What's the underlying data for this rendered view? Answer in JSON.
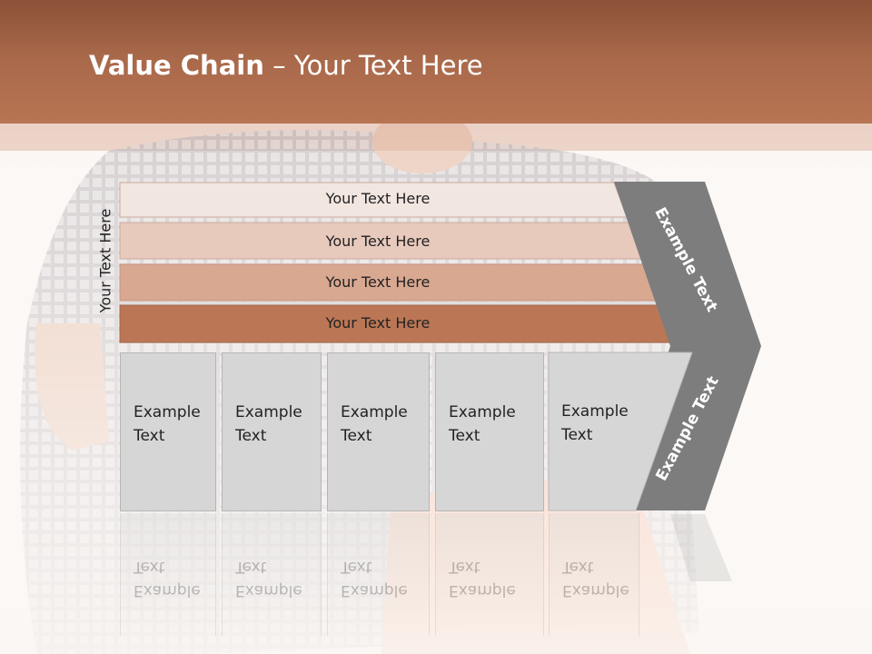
{
  "title": {
    "bold": "Value Chain",
    "rest": " – Your Text Here"
  },
  "side_label": "Your Text Here",
  "rows": [
    {
      "label": "Your Text Here",
      "color": "#f2e6e1"
    },
    {
      "label": "Your Text Here",
      "color": "#e8cabd"
    },
    {
      "label": "Your Text Here",
      "color": "#d9a891"
    },
    {
      "label": "Your Text Here",
      "color": "#bb7755"
    }
  ],
  "boxes": [
    {
      "text": "Example Text"
    },
    {
      "text": "Example Text"
    },
    {
      "text": "Example Text"
    },
    {
      "text": "Example Text"
    },
    {
      "text": "Example Text"
    }
  ],
  "chevron": {
    "upper": "Example Text",
    "lower": "Example Text",
    "color": "#7d7d7d"
  }
}
